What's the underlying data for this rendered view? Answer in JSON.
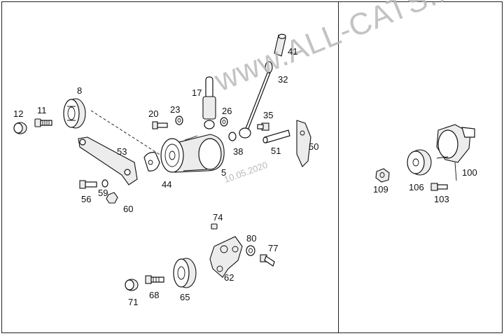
{
  "watermark": "www.ALL-CATS.RU",
  "date_stamp": "10.05.2020",
  "callouts": {
    "c12": "12",
    "c11": "11",
    "c8": "8",
    "c20": "20",
    "c23": "23",
    "c17": "17",
    "c26": "26",
    "c41": "41",
    "c32": "32",
    "c35": "35",
    "c53": "53",
    "c38": "38",
    "c51": "51",
    "c50": "50",
    "c5": "5",
    "c44": "44",
    "c56": "56",
    "c59": "59",
    "c60": "60",
    "c74": "74",
    "c80": "80",
    "c77": "77",
    "c62": "62",
    "c71": "71",
    "c68": "68",
    "c65": "65",
    "c109": "109",
    "c106": "106",
    "c100": "100",
    "c103": "103"
  }
}
